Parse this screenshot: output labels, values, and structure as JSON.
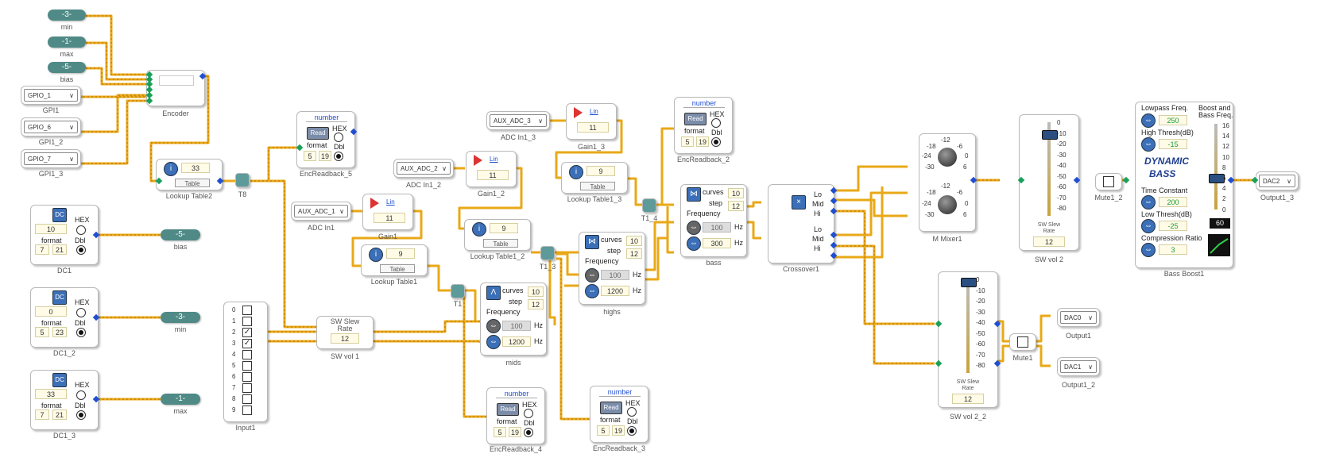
{
  "pills": {
    "min_val": "-3-",
    "min": "min",
    "max_val": "-1-",
    "max": "max",
    "bias_val": "-5-",
    "bias": "bias",
    "dc_bias_val": "-5-",
    "dc_bias": "bias",
    "dc_min_val": "-3-",
    "dc_min": "min",
    "dc_max_val": "-1-",
    "dc_max": "max"
  },
  "gpio": {
    "g1": "GPIO_1",
    "g1_cap": "GPI1",
    "g2": "GPIO_6",
    "g2_cap": "GPI1_2",
    "g3": "GPIO_7",
    "g3_cap": "GPI1_3"
  },
  "encoder": {
    "cap": "Encoder"
  },
  "lookup2": {
    "val": "33",
    "table": "Table",
    "cap": "Lookup Table2"
  },
  "t8": {
    "cap": "T8"
  },
  "dc1": {
    "icon": "DC",
    "value": "10",
    "hex": "HEX",
    "format": "format",
    "dbl": "Dbl",
    "a": "7",
    "b": "21",
    "cap": "DC1"
  },
  "dc2": {
    "icon": "DC",
    "value": "0",
    "hex": "HEX",
    "format": "format",
    "dbl": "Dbl",
    "a": "5",
    "b": "23",
    "cap": "DC1_2"
  },
  "dc3": {
    "icon": "DC",
    "value": "33",
    "hex": "HEX",
    "format": "format",
    "dbl": "Dbl",
    "a": "7",
    "b": "21",
    "cap": "DC1_3"
  },
  "enc5": {
    "title": "number",
    "read": "Read",
    "hex": "HEX",
    "format": "format",
    "dbl": "Dbl",
    "a": "5",
    "b": "19",
    "cap": "EncReadback_5"
  },
  "adc1": {
    "val": "AUX_ADC_1",
    "cap": "ADC In1"
  },
  "gain1": {
    "lin": "Lin",
    "val": "11",
    "cap": "Gain1"
  },
  "lookup1": {
    "val": "9",
    "table": "Table",
    "cap": "Lookup Table1"
  },
  "input1": {
    "rows": [
      "0",
      "1",
      "2",
      "3",
      "4",
      "5",
      "6",
      "7",
      "8",
      "9"
    ],
    "cap": "Input1"
  },
  "swvol1": {
    "slew": "SW Slew",
    "rate": "Rate",
    "val": "12",
    "cap": "SW vol 1"
  },
  "t1": {
    "cap": "T1"
  },
  "mids": {
    "curves": "curves",
    "curves_val": "10",
    "step": "step",
    "step_val": "12",
    "freq": "Frequency",
    "f1": "100",
    "f2": "1200",
    "hz": "Hz",
    "cap": "mids"
  },
  "adc12": {
    "val": "AUX_ADC_2",
    "cap": "ADC In1_2"
  },
  "gain12": {
    "lin": "Lin",
    "val": "11",
    "cap": "Gain1_2"
  },
  "lookup12": {
    "val": "9",
    "table": "Table",
    "cap": "Lookup Table1_2"
  },
  "t13": {
    "cap": "T1_3"
  },
  "enc4": {
    "title": "number",
    "read": "Read",
    "hex": "HEX",
    "format": "format",
    "dbl": "Dbl",
    "a": "5",
    "b": "19",
    "cap": "EncReadback_4"
  },
  "adc13": {
    "val": "AUX_ADC_3",
    "cap": "ADC In1_3"
  },
  "gain13": {
    "lin": "Lin",
    "val": "11",
    "cap": "Gain1_3"
  },
  "lookup13": {
    "val": "9",
    "table": "Table",
    "cap": "Lookup Table1_3"
  },
  "t14": {
    "cap": "T1_4"
  },
  "highs": {
    "curves": "curves",
    "curves_val": "10",
    "step": "step",
    "step_val": "12",
    "freq": "Frequency",
    "f1": "100",
    "f2": "1200",
    "hz": "Hz",
    "cap": "highs"
  },
  "enc3": {
    "title": "number",
    "read": "Read",
    "hex": "HEX",
    "format": "format",
    "dbl": "Dbl",
    "a": "5",
    "b": "19",
    "cap": "EncReadback_3"
  },
  "enc2": {
    "title": "number",
    "read": "Read",
    "hex": "HEX",
    "format": "format",
    "dbl": "Dbl",
    "a": "5",
    "b": "19",
    "cap": "EncReadback_2"
  },
  "bass": {
    "curves": "curves",
    "curves_val": "10",
    "step": "step",
    "step_val": "12",
    "freq": "Frequency",
    "f1": "100",
    "f2": "300",
    "hz": "Hz",
    "cap": "bass"
  },
  "crossover": {
    "lo": "Lo",
    "mid": "Mid",
    "hi": "Hi",
    "lo2": "Lo",
    "mid2": "Mid",
    "hi2": "Hi",
    "cap": "Crossover1"
  },
  "mixer": {
    "t12": "-12",
    "t18": "-18",
    "t6": "-6",
    "t24": "-24",
    "t0": "0",
    "t30": "-30",
    "t6p": "6",
    "cap": "M Mixer1"
  },
  "swvol2": {
    "ticks": [
      "0",
      "-10",
      "-20",
      "-30",
      "-40",
      "-50",
      "-60",
      "-70",
      "-80"
    ],
    "slew": "SW Slew",
    "rate": "Rate",
    "val": "12",
    "cap": "SW vol 2"
  },
  "mute12": {
    "cap": "Mute1_2"
  },
  "bassboost": {
    "lowpass": "Lowpass Freq.",
    "lowpass_val": "250",
    "boost": "Boost and",
    "boost2": "Bass Freq.",
    "high": "High Thresh(dB)",
    "high_val": "-15",
    "logo1": "DYNAMIC",
    "logo2": "BASS",
    "time": "Time Constant",
    "time_val": "200",
    "low": "Low Thresh(dB)",
    "low_val": "-25",
    "ratio": "Compression Ratio",
    "ratio_val": "3",
    "display": "60",
    "ticks": [
      "16",
      "14",
      "12",
      "10",
      "8",
      "6",
      "4",
      "2",
      "0"
    ],
    "cap": "Bass Boost1"
  },
  "output13": {
    "val": "DAC2",
    "cap": "Output1_3"
  },
  "swvol22": {
    "ticks": [
      "0",
      "-10",
      "-20",
      "-30",
      "-40",
      "-50",
      "-60",
      "-70",
      "-80"
    ],
    "slew": "SW Slew",
    "rate": "Rate",
    "val": "12",
    "cap": "SW vol 2_2"
  },
  "mute1": {
    "cap": "Mute1"
  },
  "output1": {
    "val": "DAC0",
    "cap": "Output1"
  },
  "output12": {
    "val": "DAC1",
    "cap": "Output1_2"
  },
  "colors": {
    "wire": "#f2b01e",
    "wire_dash": "#c07a10",
    "pin_in": "#1aa05a",
    "pin_out": "#1f4fd1",
    "pill": "#4f8a86"
  }
}
